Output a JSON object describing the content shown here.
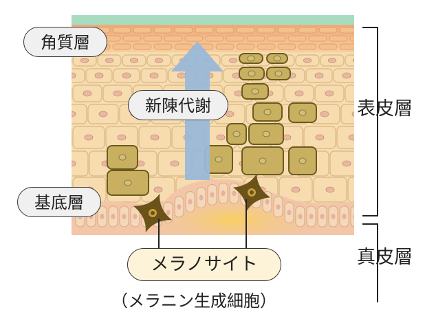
{
  "labels": {
    "stratum_corneum": "角質層",
    "turnover": "新陳代謝",
    "basal_layer": "基底層",
    "melanocyte": "メラノサイト",
    "melanocyte_note": "（メラニン生成細胞）",
    "epidermis": "表皮層",
    "dermis": "真皮層"
  },
  "colors": {
    "surface_band": "#a8dcc0",
    "keratin_top": "#f0b88a",
    "epidermis_cell": "#f6dcae",
    "cell_border": "#d9b684",
    "nucleus": "#e8b8a0",
    "pigment_cell": "#c8b060",
    "pigment_border": "#6b5a20",
    "dermis": "#f2c6a6",
    "dermis_glow": "#f6d070",
    "basal_cell": "#f4d8b8",
    "melanocyte_body": "#6b5218",
    "arrow": "#9ab8d8",
    "bracket": "#222222"
  }
}
